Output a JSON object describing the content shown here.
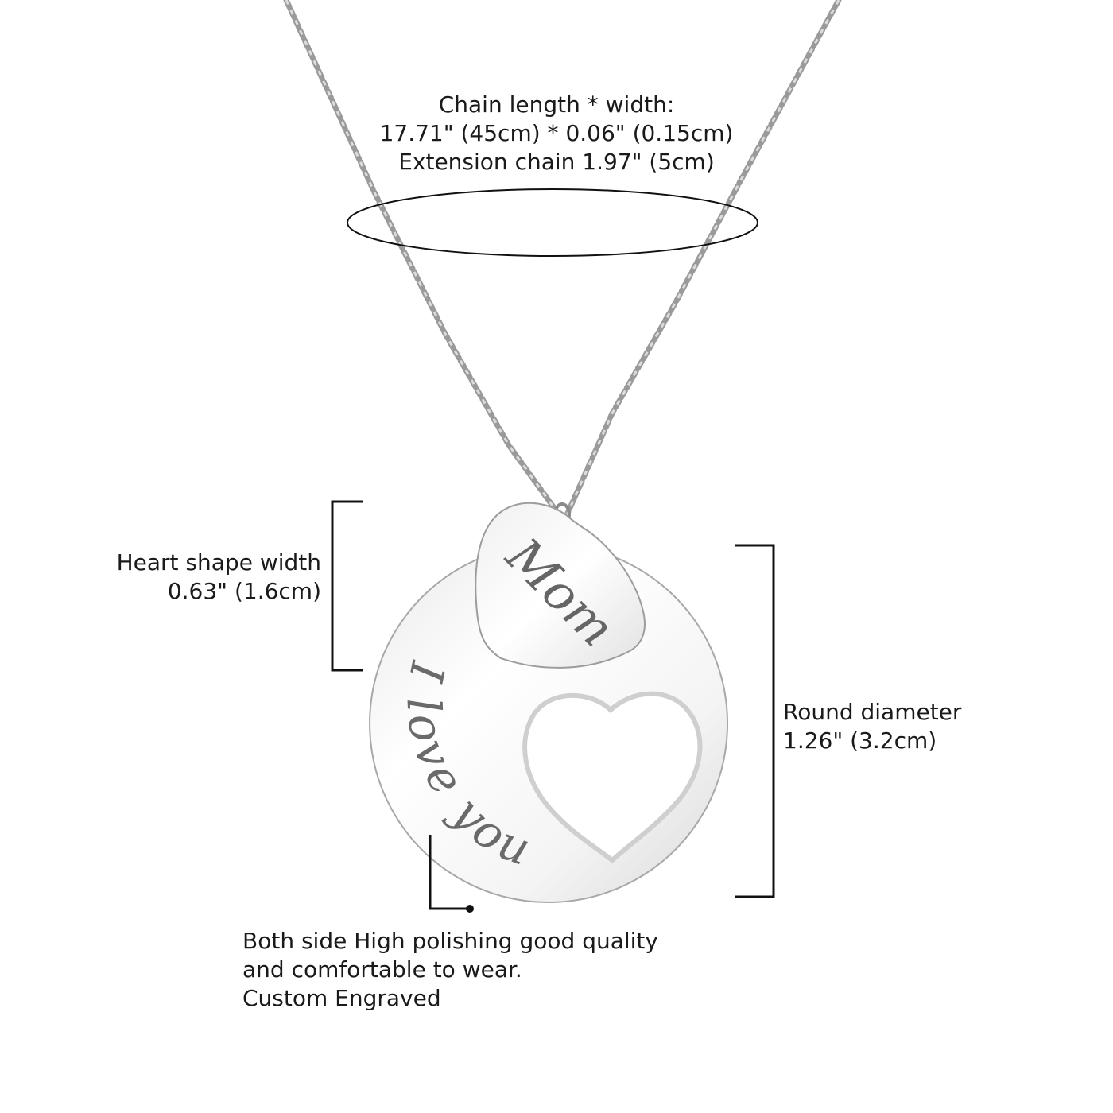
{
  "chain_spec": {
    "line1": "Chain length * width:",
    "line2": "17.71\" (45cm) * 0.06\" (0.15cm)",
    "line3": "Extension chain 1.97\" (5cm)"
  },
  "heart_spec": {
    "line1": "Heart shape width",
    "line2": "0.63\" (1.6cm)"
  },
  "round_spec": {
    "line1": "Round diameter",
    "line2": "1.26\" (3.2cm)"
  },
  "quality_note": {
    "line1": "Both side High polishing good quality",
    "line2": "and comfortable to wear.",
    "line3": "Custom Engraved"
  },
  "engraving": {
    "heart_text": "Mom",
    "disc_text": "I love you"
  },
  "colors": {
    "text": "#1a1a1a",
    "chain": "#8a8a8a",
    "silver_light": "#fafafa",
    "silver_dark": "#bdbdbd",
    "bracket": "#111111"
  }
}
